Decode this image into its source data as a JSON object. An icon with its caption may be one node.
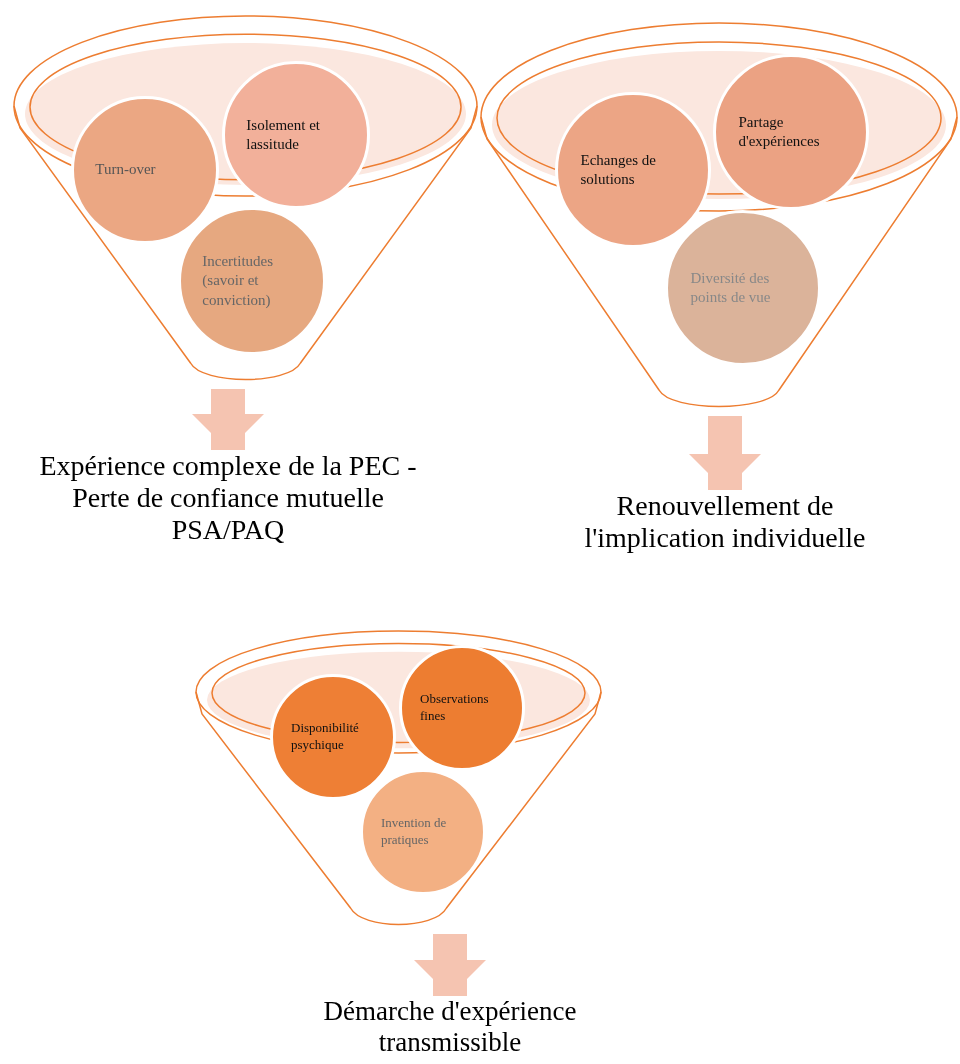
{
  "diagram": {
    "nodes": [
      {
        "text": [],
        "shape": "funnel"
      },
      {
        "text": [
          "Turn-over"
        ],
        "in": 0
      },
      {
        "text": [
          "Isolement et lassitude"
        ],
        "in": 0
      },
      {
        "text": [
          "Incertitudes (savoir et conviction)"
        ],
        "in": 0
      },
      {
        "text": [
          "Expérience complexe de la PEC - Perte de confiance mutuelle PSA/PAQ"
        ]
      },
      {
        "text": [],
        "shape": "funnel"
      },
      {
        "text": [
          "Echanges de solutions"
        ],
        "in": 5
      },
      {
        "text": [
          "Partage d'expériences"
        ],
        "in": 5
      },
      {
        "text": [
          "Diversité des points de vue"
        ],
        "in": 5
      },
      {
        "text": [
          "Renouvellement de l'implication individuelle"
        ]
      },
      {
        "text": [],
        "shape": "funnel"
      },
      {
        "text": [
          "Disponibilité psychique"
        ],
        "in": 10
      },
      {
        "text": [
          "Observations fines"
        ],
        "in": 10
      },
      {
        "text": [
          "Invention de pratiques"
        ],
        "in": 10
      },
      {
        "text": [
          "Démarche d'expérience transmissible"
        ]
      }
    ],
    "edges": [
      {
        "from": 0,
        "to": 4,
        "arrow": "to"
      },
      {
        "from": 5,
        "to": 9,
        "arrow": "to"
      },
      {
        "from": 10,
        "to": 14,
        "arrow": "to"
      }
    ]
  }
}
